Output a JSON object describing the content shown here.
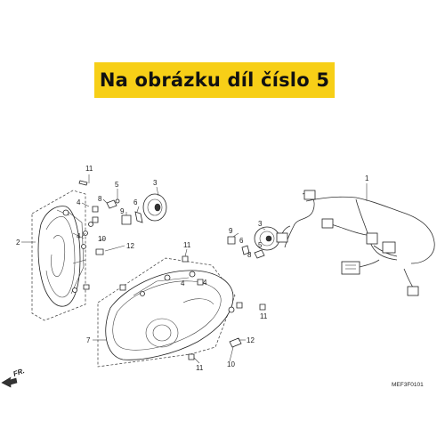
{
  "banner": {
    "text": "Na obrázku díl číslo 5"
  },
  "diagram": {
    "callouts": [
      "1",
      "2",
      "3",
      "3",
      "4",
      "4",
      "4",
      "4",
      "5",
      "5",
      "6",
      "6",
      "7",
      "8",
      "8",
      "9",
      "9",
      "10",
      "10",
      "11",
      "11",
      "11",
      "11",
      "12",
      "12"
    ],
    "front_label": "FR.",
    "code": "MEF3F0101"
  },
  "colors": {
    "banner": "#f7cf17",
    "line": "#333333"
  }
}
